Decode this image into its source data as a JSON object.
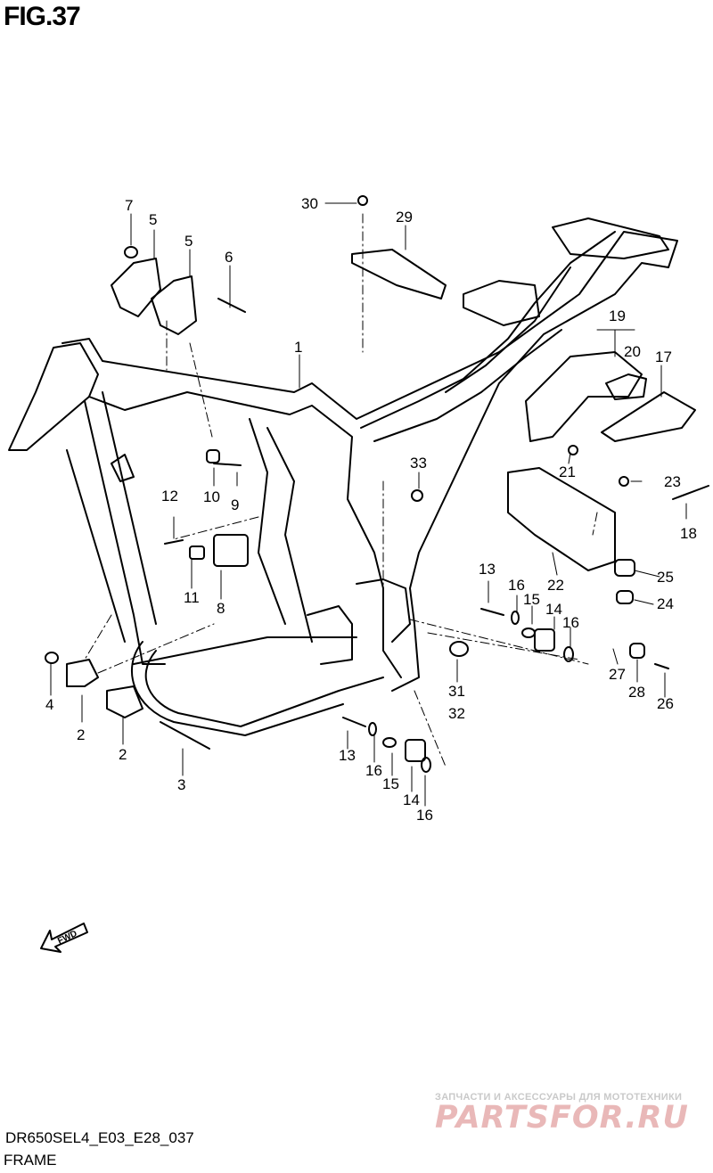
{
  "figure": {
    "title": "FIG.37"
  },
  "footer": {
    "model_code": "DR650SEL4_E03_E28_037",
    "caption": "FRAME"
  },
  "badge": {
    "direction": "FWD"
  },
  "watermark": {
    "tagline": "ЗАПЧАСТИ И АКСЕССУАРЫ ДЛЯ МОТОТЕХНИКИ",
    "logo": "PARTSFOR.RU"
  },
  "callouts": {
    "c1": "1",
    "c2a": "2",
    "c2b": "2",
    "c3": "3",
    "c4": "4",
    "c5a": "5",
    "c5b": "5",
    "c6": "6",
    "c7": "7",
    "c8": "8",
    "c9": "9",
    "c10": "10",
    "c11": "11",
    "c12": "12",
    "c13a": "13",
    "c13b": "13",
    "c14a": "14",
    "c14b": "14",
    "c15a": "15",
    "c15b": "15",
    "c16a": "16",
    "c16b": "16",
    "c16c": "16",
    "c16d": "16",
    "c17": "17",
    "c18": "18",
    "c19": "19",
    "c20": "20",
    "c21": "21",
    "c22": "22",
    "c23": "23",
    "c24": "24",
    "c25": "25",
    "c26": "26",
    "c27": "27",
    "c28": "28",
    "c29": "29",
    "c30": "30",
    "c31": "31",
    "c32": "32",
    "c33": "33"
  }
}
